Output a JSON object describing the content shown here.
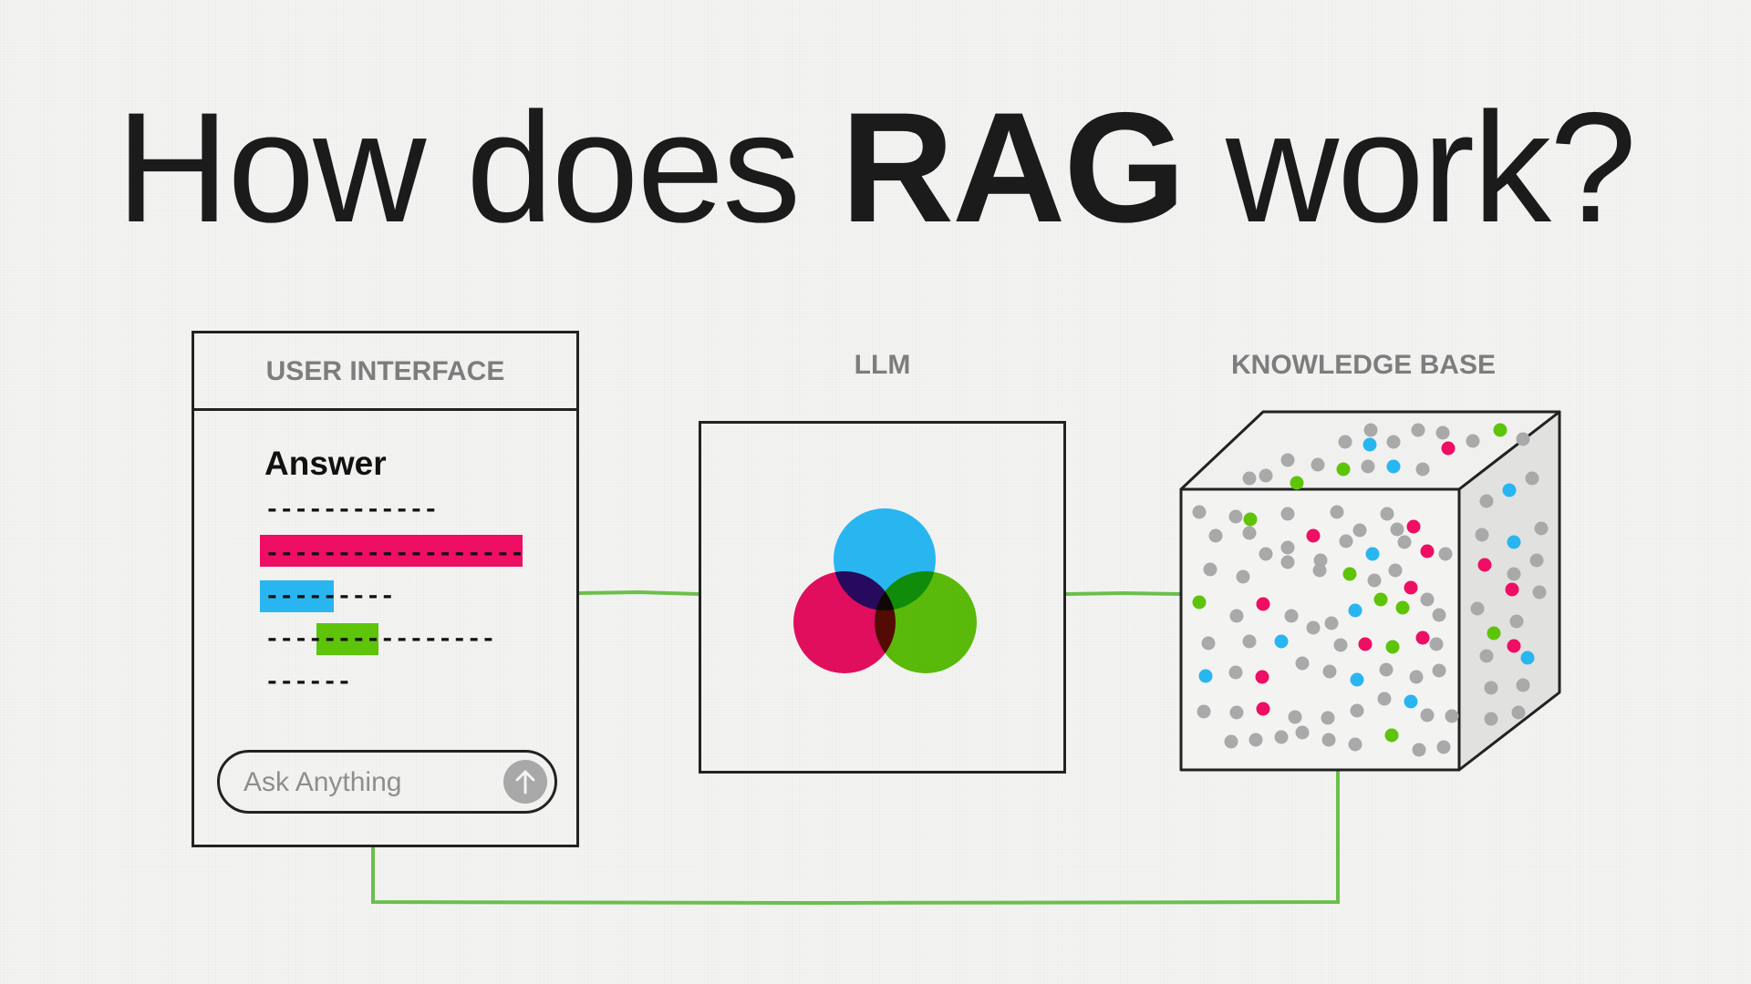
{
  "title": {
    "part1": "How does ",
    "bold": "RAG",
    "part2": " work?"
  },
  "labels": {
    "user_interface": "USER INTERFACE",
    "llm": "LLM",
    "knowledge_base": "KNOWLEDGE BASE"
  },
  "ui": {
    "answer_heading": "Answer",
    "lines": [
      "------------",
      "------------------",
      "---------",
      "----------------",
      "------"
    ],
    "ask_placeholder": "Ask Anything"
  },
  "colors": {
    "magenta": "#ee0e63",
    "cyan": "#29b6f0",
    "green": "#5ec40a",
    "connector": "#6abf4b",
    "gray_dot": "#a9a9a9"
  },
  "icons": {
    "send": "arrow-up-icon"
  }
}
